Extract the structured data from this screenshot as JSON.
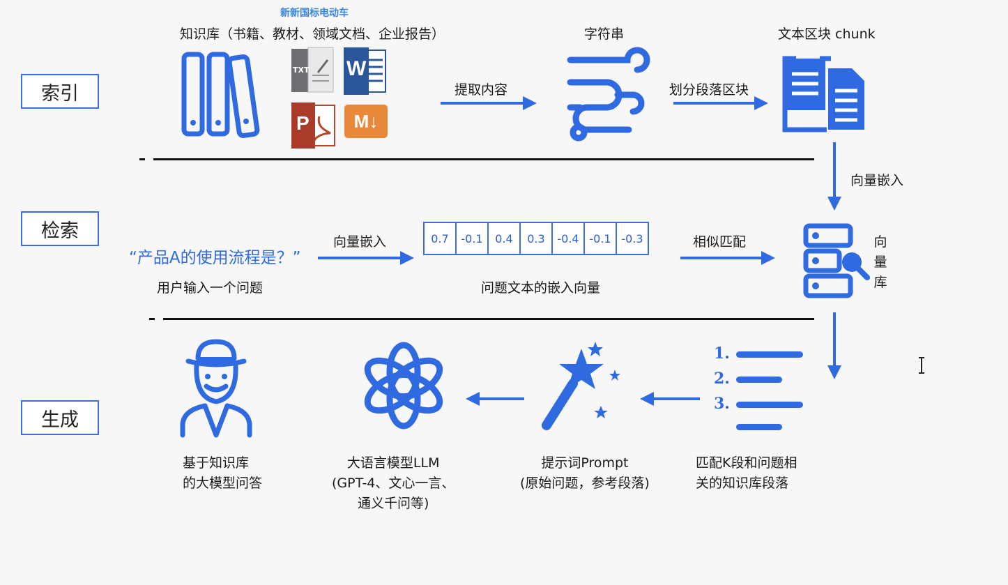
{
  "watermark": "新新国标电动车",
  "stages": {
    "index": "索引",
    "retrieve": "检索",
    "generate": "生成"
  },
  "index_row": {
    "knowledge_base": "知识库（书籍、教材、领域文档、企业报告）",
    "txt_icon_text": "TXT",
    "word_icon_text": "W",
    "ppt_icon_text": "P",
    "md_icon_text": "M↓",
    "extract": "提取内容",
    "string": "字符串",
    "split": "划分段落区块",
    "chunk": "文本区块 chunk",
    "embed": "向量嵌入"
  },
  "retrieve_row": {
    "query": "“产品A的使用流程是？”",
    "user_input": "用户输入一个问题",
    "embed": "向量嵌入",
    "vector": [
      "0.7",
      "-0.1",
      "0.4",
      "0.3",
      "-0.4",
      "-0.1",
      "-0.3"
    ],
    "vector_caption": "问题文本的嵌入向量",
    "match": "相似匹配",
    "vector_db": [
      "向",
      "量",
      "库"
    ]
  },
  "generate_row": {
    "answer": [
      "基于知识库",
      "的大模型问答"
    ],
    "llm": [
      "大语言模型LLM",
      "(GPT-4、文心一言、",
      "通义千问等)"
    ],
    "prompt": [
      "提示词Prompt",
      "(原始问题，参考段落)"
    ],
    "match_k": [
      "匹配K段和问题相",
      "关的知识库段落"
    ],
    "list_numbers": [
      "1.",
      "2.",
      "3."
    ]
  },
  "colors": {
    "accent": "#2f6ae0",
    "word": "#2b579a",
    "ppt": "#b7472a",
    "md": "#e8893a",
    "txt": "#6d6f73"
  }
}
